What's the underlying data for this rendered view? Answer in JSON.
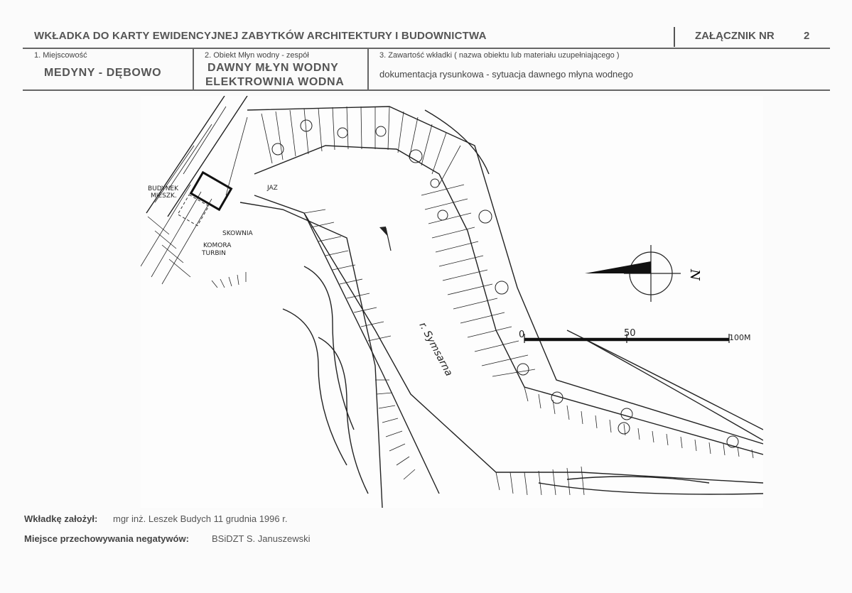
{
  "header": {
    "title": "WKŁADKA DO KARTY EWIDENCYJNEJ ZABYTKÓW ARCHITEKTURY I BUDOWNICTWA",
    "annex_label": "ZAŁĄCZNIK NR",
    "annex_number": "2"
  },
  "fields": {
    "location_label": "1. Miejscowość",
    "location_value": "MEDYNY - DĘBOWO",
    "object_label": "2. Obiekt  Młyn wodny - zespół",
    "object_value_line1": "DAWNY MŁYN WODNY",
    "object_value_line2": "ELEKTROWNIA WODNA",
    "contents_label": "3. Zawartość wkładki ( nazwa obiektu lub materiału uzupełniającego )",
    "contents_value": "dokumentacja rysunkowa - sytuacja dawnego młyna wodnego"
  },
  "map": {
    "labels": {
      "building": "BUDYNEK",
      "building2": "MIESZK.",
      "weir": "JAZ",
      "sluice": "SKOWNIA",
      "turbine1": "KOMORA",
      "turbine2": "TURBIN",
      "river": "r. Symsarna",
      "north": "N",
      "scale_0": "0",
      "scale_50": "50",
      "scale_100": "100M"
    }
  },
  "footer": {
    "created_label": "Wkładkę założył:",
    "created_value": "mgr inż. Leszek Budych  11 grudnia 1996 r.",
    "storage_label": "Miejsce przechowywania negatywów:",
    "storage_value": "BSiDZT S. Januszewski"
  }
}
